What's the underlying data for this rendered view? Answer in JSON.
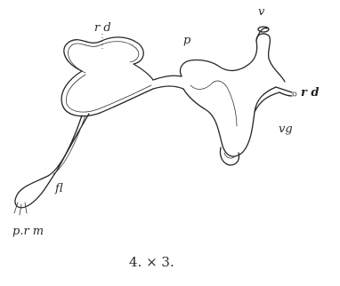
{
  "labels": {
    "rd_top": "r d",
    "p": "p",
    "v": "v",
    "rd_right": "r d",
    "vg": "vg",
    "fl": "fl",
    "prm": "p.r m"
  },
  "caption": "4. × 3."
}
